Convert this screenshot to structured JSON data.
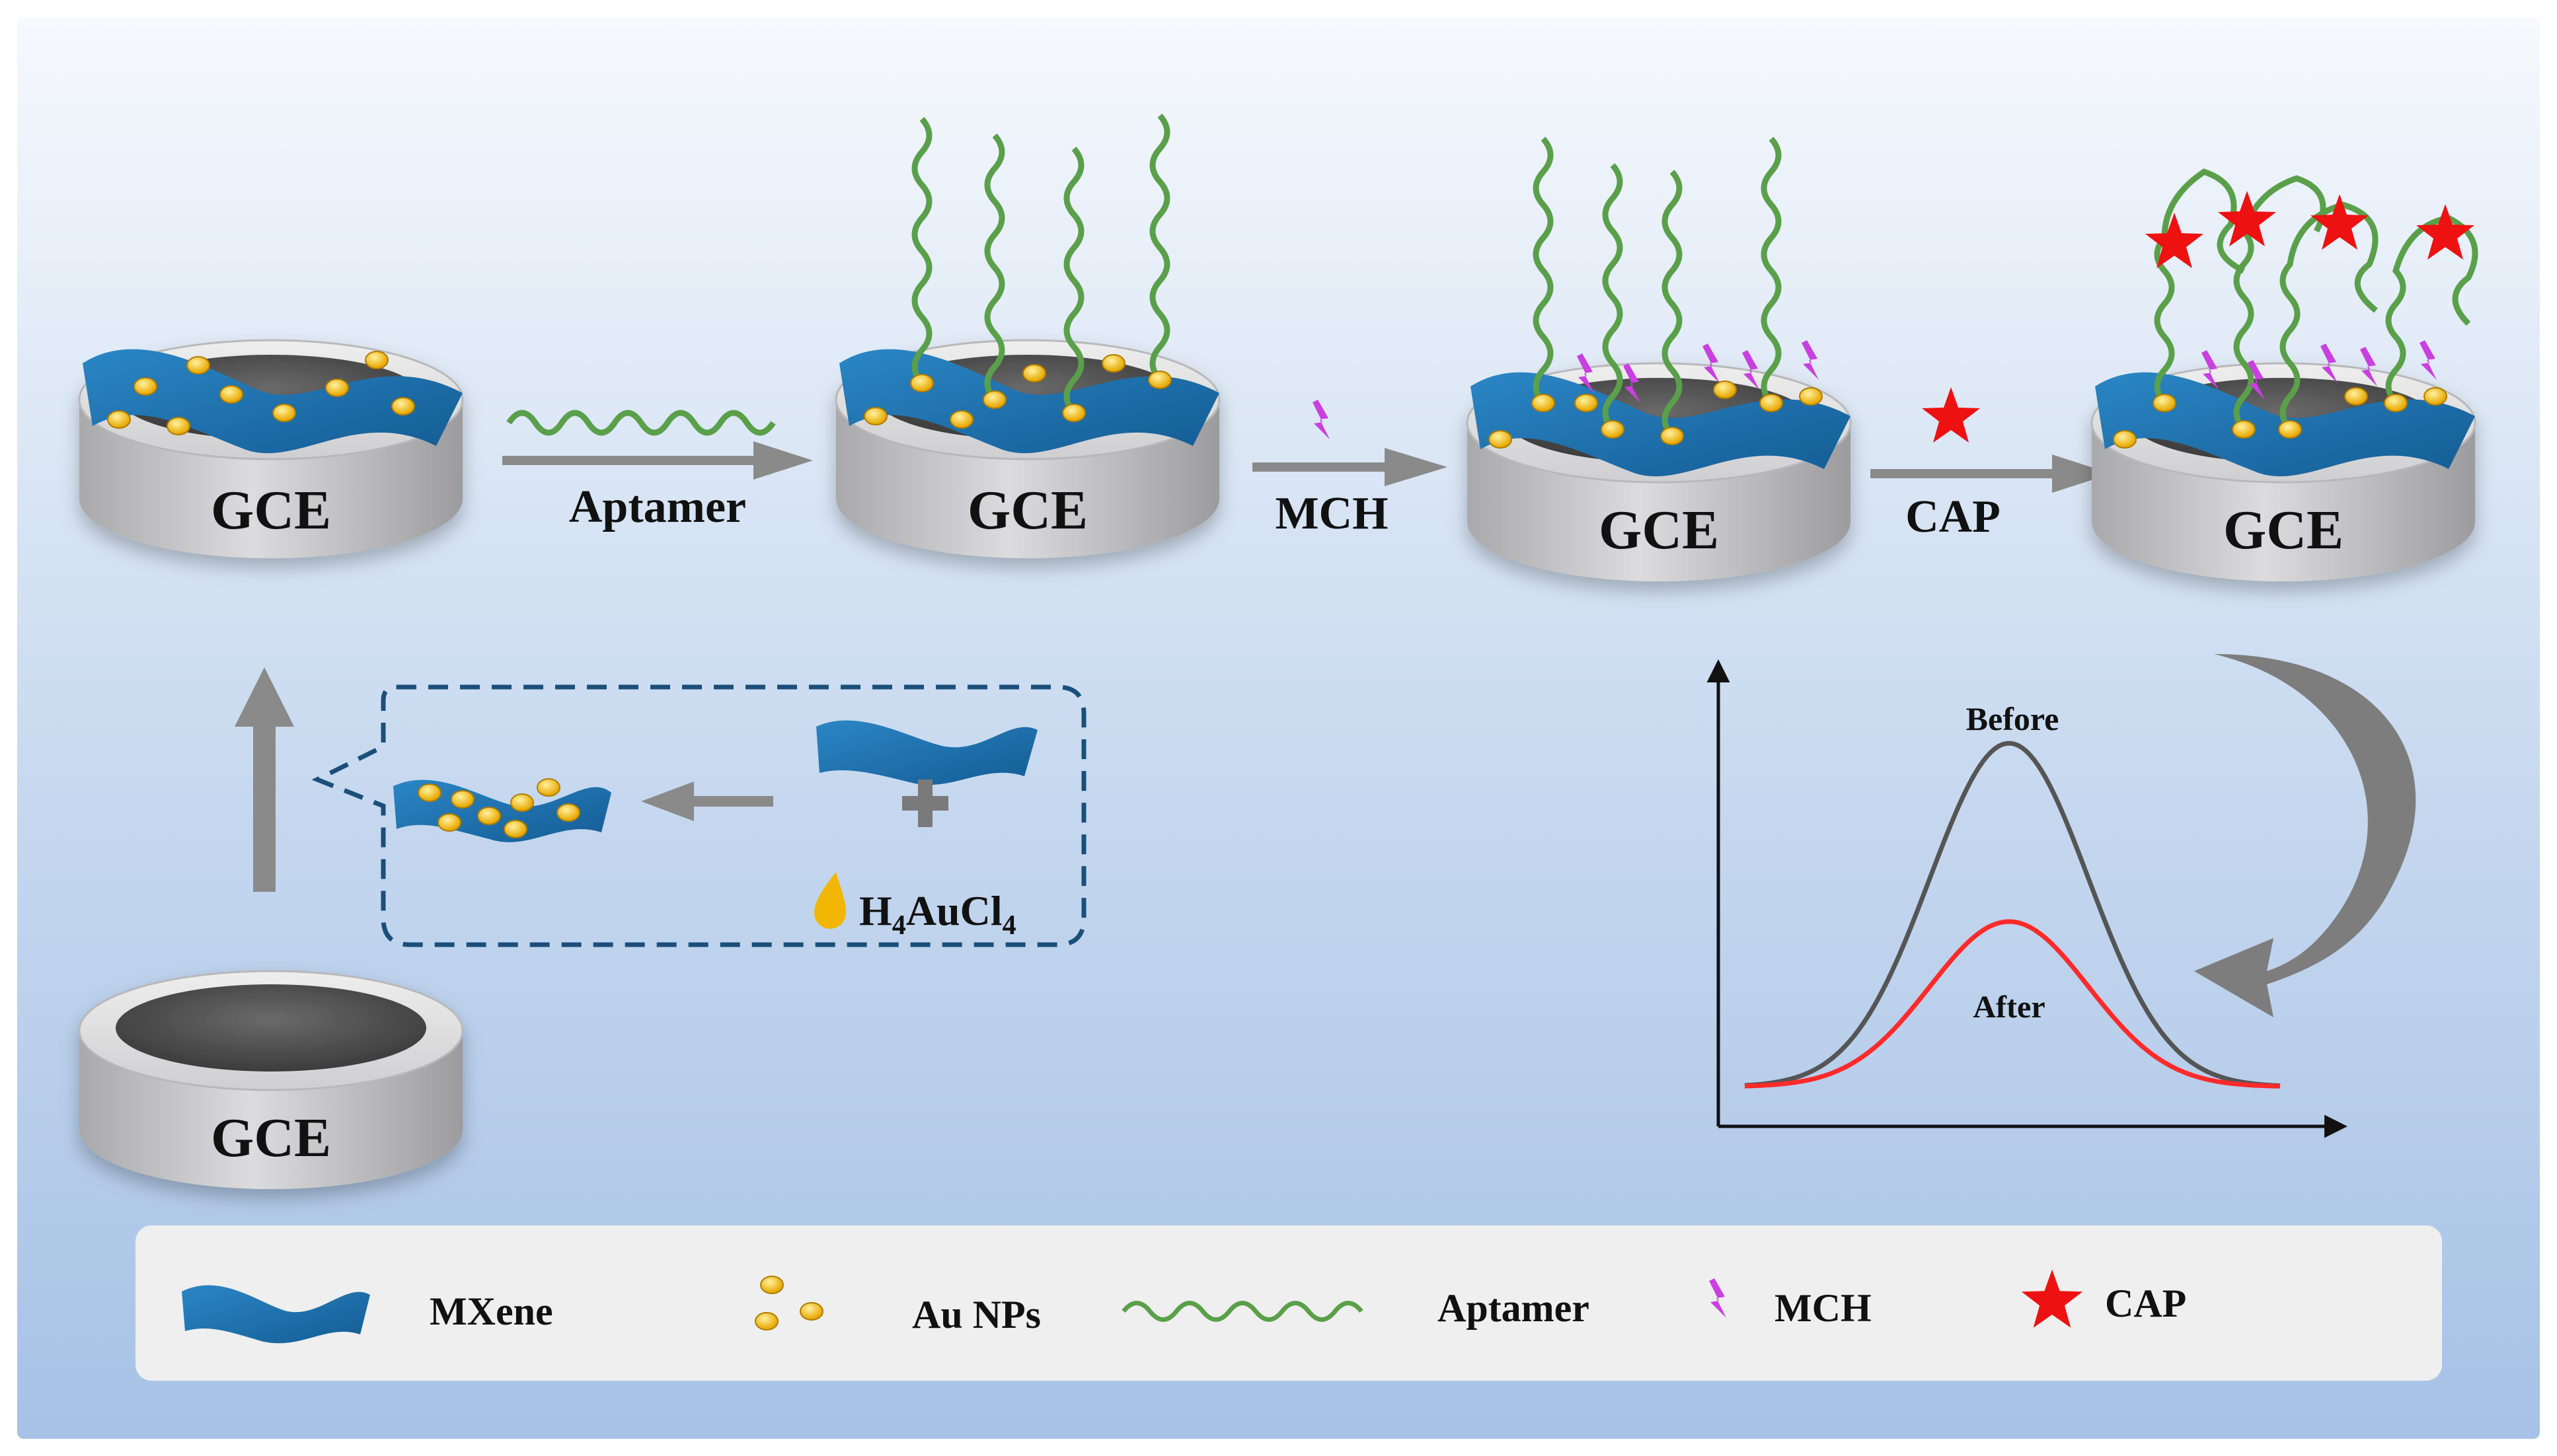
{
  "electrode_label": "GCE",
  "steps": {
    "aptamer": "Aptamer",
    "mch": "MCH",
    "cap": "CAP"
  },
  "inset": {
    "reagent": "H",
    "reagent_sub1": "4",
    "reagent_mid": "AuCl",
    "reagent_sub2": "4"
  },
  "plot": {
    "before_label": "Before",
    "after_label": "After",
    "before_color": "#555555",
    "after_color": "#ff2a2a"
  },
  "legend": {
    "mxene": "MXene",
    "au_nps": "Au NPs",
    "aptamer": "Aptamer",
    "mch": "MCH",
    "cap": "CAP"
  },
  "colors": {
    "mxene": "#1e73b0",
    "au": "#f2b705",
    "aptamer": "#5aa04a",
    "mch": "#c93fe0",
    "cap": "#ee1111",
    "arrow": "#8a8a8a"
  }
}
